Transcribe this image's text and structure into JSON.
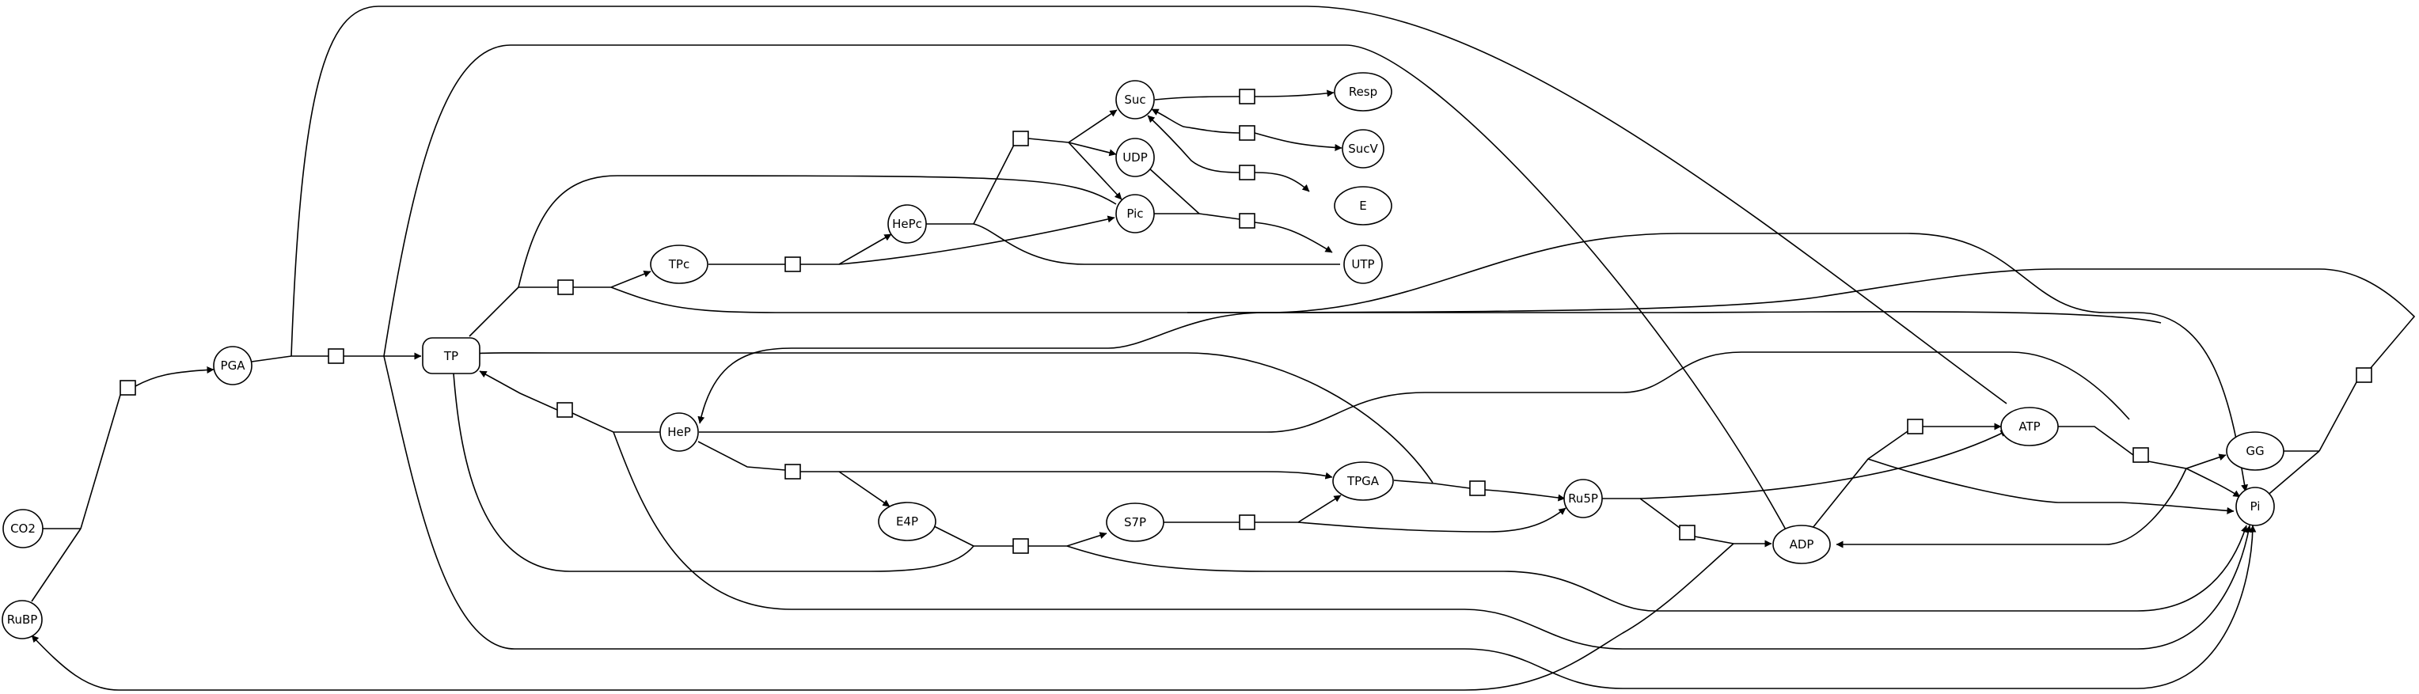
{
  "nodes": {
    "co2": "CO2",
    "rubp": "RuBP",
    "pga": "PGA",
    "tp": "TP",
    "tpc": "TPc",
    "hepc": "HePc",
    "suc": "Suc",
    "udp": "UDP",
    "pic": "Pic",
    "resp": "Resp",
    "sucv": "SucV",
    "e": "E",
    "utp": "UTP",
    "hep": "HeP",
    "e4p": "E4P",
    "s7p": "S7P",
    "tpga": "TPGA",
    "ru5p": "Ru5P",
    "adp": "ADP",
    "atp": "ATP",
    "gg": "GG",
    "pi": "Pi"
  }
}
